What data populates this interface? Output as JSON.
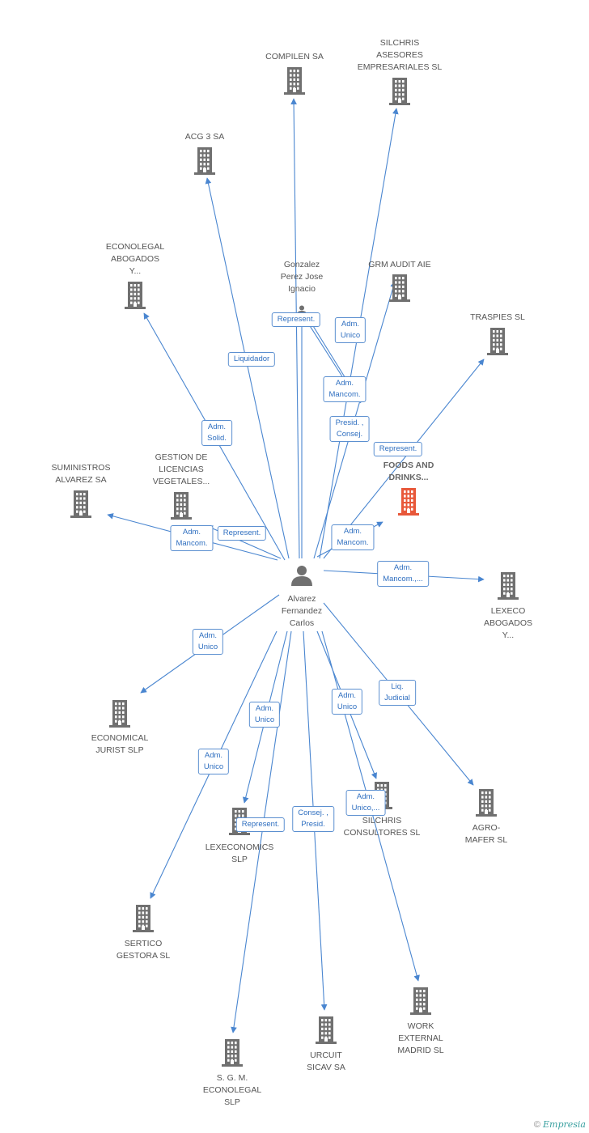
{
  "center": {
    "id": "center",
    "label": "Alvarez Fernandez Carlos",
    "lines": [
      "Alvarez",
      "Fernandez",
      "Carlos"
    ]
  },
  "nodes": [
    {
      "id": "compilen",
      "type": "company",
      "lines": [
        "COMPILEN SA"
      ]
    },
    {
      "id": "silchris_ase",
      "type": "company",
      "lines": [
        "SILCHRIS",
        "ASESORES",
        "EMPRESARIALES SL"
      ]
    },
    {
      "id": "acg3",
      "type": "company",
      "lines": [
        "ACG 3 SA"
      ]
    },
    {
      "id": "econolegal_ab",
      "type": "company",
      "lines": [
        "ECONOLEGAL",
        "ABOGADOS",
        "Y..."
      ]
    },
    {
      "id": "gonzalez",
      "type": "person",
      "lines": [
        "Gonzalez",
        "Perez Jose",
        "Ignacio"
      ]
    },
    {
      "id": "grm",
      "type": "company",
      "lines": [
        "GRM AUDIT  AIE"
      ]
    },
    {
      "id": "traspies",
      "type": "company",
      "lines": [
        "TRASPIES SL"
      ]
    },
    {
      "id": "foods",
      "type": "focus",
      "lines": [
        "FOODS AND",
        "DRINKS..."
      ]
    },
    {
      "id": "suministros",
      "type": "company",
      "lines": [
        "SUMINISTROS",
        "ALVAREZ SA"
      ]
    },
    {
      "id": "gestion",
      "type": "company",
      "lines": [
        "GESTION DE",
        "LICENCIAS",
        "VEGETALES..."
      ]
    },
    {
      "id": "lexeco",
      "type": "company",
      "lines": [
        "LEXECO",
        "ABOGADOS",
        "Y..."
      ]
    },
    {
      "id": "economical",
      "type": "company",
      "lines": [
        "ECONOMICAL",
        "JURIST  SLP"
      ]
    },
    {
      "id": "lexeconomics",
      "type": "company",
      "lines": [
        "LEXECONOMICS",
        "SLP"
      ]
    },
    {
      "id": "silchris_cons",
      "type": "company",
      "lines": [
        "SILCHRIS",
        "CONSULTORES SL"
      ]
    },
    {
      "id": "agro",
      "type": "company",
      "lines": [
        "AGRO-",
        "MAFER SL"
      ]
    },
    {
      "id": "sertico",
      "type": "company",
      "lines": [
        "SERTICO",
        "GESTORA SL"
      ]
    },
    {
      "id": "work",
      "type": "company",
      "lines": [
        "WORK",
        "EXTERNAL",
        "MADRID  SL"
      ]
    },
    {
      "id": "urcuit",
      "type": "company",
      "lines": [
        "URCUIT",
        "SICAV SA"
      ]
    },
    {
      "id": "sgm",
      "type": "company",
      "lines": [
        "S.  G. M.",
        "ECONOLEGAL",
        "SLP"
      ]
    }
  ],
  "edges": [
    {
      "to": "compilen",
      "lines": []
    },
    {
      "to": "silchris_ase",
      "lines": [
        "Adm.",
        "Mancom."
      ]
    },
    {
      "to": "acg3",
      "lines": [
        "Liquidador"
      ]
    },
    {
      "to": "econolegal_ab",
      "lines": [
        "Adm.",
        "Solid."
      ]
    },
    {
      "to": "gonzalez",
      "lines": []
    },
    {
      "to": "grm",
      "lines": [
        "Presid. ,",
        "Consej."
      ]
    },
    {
      "to": "traspies",
      "lines": [
        "Represent."
      ]
    },
    {
      "to": "foods",
      "lines": [
        "Adm.",
        "Mancom."
      ]
    },
    {
      "to": "suministros",
      "lines": [
        "Adm.",
        "Mancom."
      ]
    },
    {
      "to": "gestion",
      "lines": [
        "Represent."
      ]
    },
    {
      "to": "lexeco",
      "lines": [
        "Adm.",
        "Mancom.,..."
      ]
    },
    {
      "to": "economical",
      "lines": [
        "Adm.",
        "Unico"
      ]
    },
    {
      "to": "lexeconomics",
      "lines": [
        "Adm.",
        "Unico"
      ]
    },
    {
      "to": "silchris_cons",
      "lines": [
        "Adm.",
        "Unico"
      ]
    },
    {
      "to": "agro",
      "lines": [
        "Liq.",
        "Judicial"
      ]
    },
    {
      "to": "sertico",
      "lines": [
        "Adm.",
        "Unico"
      ]
    },
    {
      "to": "work",
      "lines": [
        "Adm.",
        "Unico,..."
      ]
    },
    {
      "to": "urcuit",
      "lines": [
        "Consej. ,",
        "Presid."
      ]
    },
    {
      "to": "sgm",
      "lines": [
        "Represent."
      ]
    }
  ],
  "extra_labels": [
    {
      "id": "gonzalez_represent",
      "lines": [
        "Represent."
      ]
    },
    {
      "id": "gonzalez_adm_unico",
      "lines": [
        "Adm.",
        "Unico"
      ]
    }
  ],
  "colors": {
    "edge": "#4a86d0",
    "icon": "#707070",
    "focus_icon": "#e8583a",
    "label_border": "#5b8fd0",
    "label_text": "#2f6fc0"
  },
  "footer": {
    "copyright": "©",
    "brand": "Empresia"
  }
}
